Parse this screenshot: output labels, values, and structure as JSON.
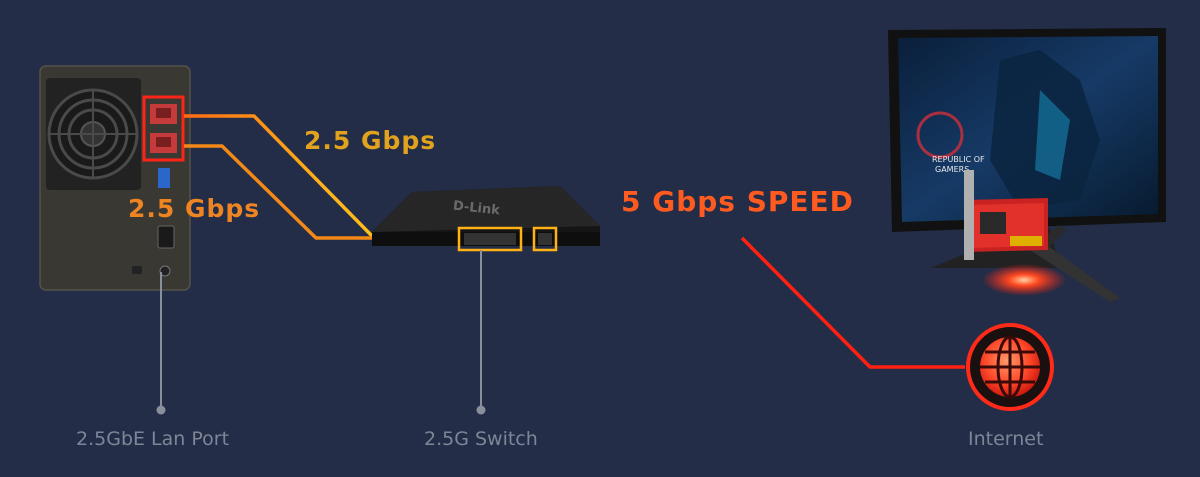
{
  "labels": {
    "nas_link_top": "2.5 Gbps",
    "nas_link_left": "2.5 Gbps",
    "pc_link": "5 Gbps SPEED"
  },
  "captions": {
    "nas_port": "2.5GbE Lan Port",
    "switch": "2.5G Switch",
    "internet": "Internet"
  },
  "switch_brand": "D-Link",
  "monitor_text": [
    "REPUBLIC OF",
    "GAMERS"
  ],
  "colors": {
    "background": "#232d47",
    "link_gold": "#f1b21c",
    "link_orange": "#ef8a1f",
    "link_red": "#ff2010",
    "caption": "#7e8596"
  }
}
